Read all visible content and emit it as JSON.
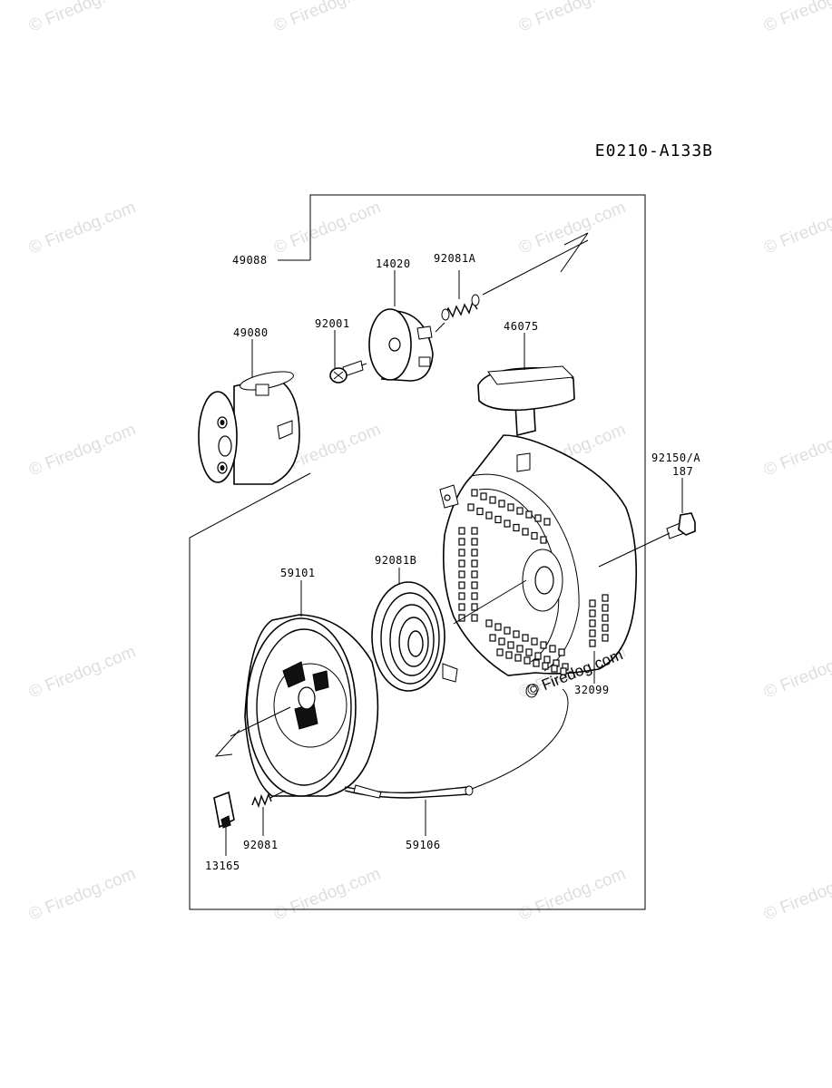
{
  "diagram": {
    "code": "E0210-A133B",
    "watermark": "© Firedog.com",
    "watermark_inline": "© Firedog.com",
    "part_labels": [
      {
        "id": "49088",
        "text": "49088"
      },
      {
        "id": "14020",
        "text": "14020"
      },
      {
        "id": "92081A",
        "text": "92081A"
      },
      {
        "id": "49080",
        "text": "49080"
      },
      {
        "id": "92001",
        "text": "92001"
      },
      {
        "id": "46075",
        "text": "46075"
      },
      {
        "id": "92150A",
        "text": "92150/A"
      },
      {
        "id": "187",
        "text": "187"
      },
      {
        "id": "59101",
        "text": "59101"
      },
      {
        "id": "92081B",
        "text": "92081B"
      },
      {
        "id": "32099",
        "text": "32099"
      },
      {
        "id": "92081",
        "text": "92081"
      },
      {
        "id": "59106",
        "text": "59106"
      },
      {
        "id": "13165",
        "text": "13165"
      }
    ]
  }
}
